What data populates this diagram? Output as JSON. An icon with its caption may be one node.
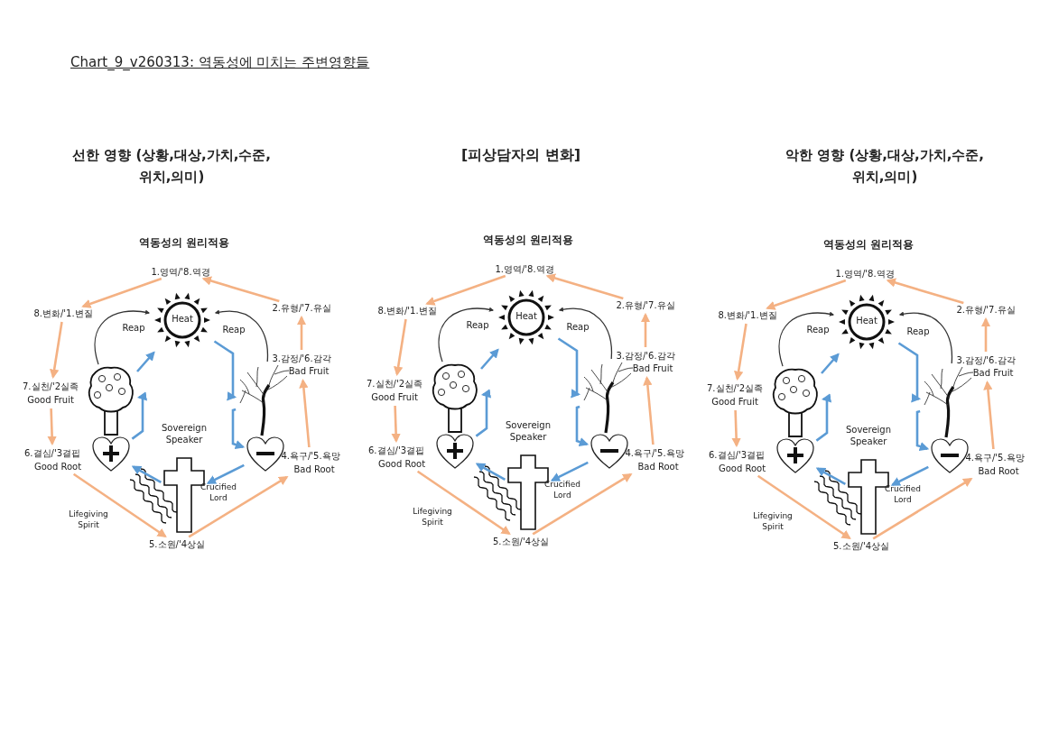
{
  "diagram": {
    "title": "Chart_9_v260313: 역동성에 미치는 주변영향들",
    "nodes": [
      {
        "text": [
          "1.영역/'8.역경"
        ]
      },
      {
        "text": [
          "8.변화/'1.변질"
        ]
      },
      {
        "text": [
          "7.실천/'2실족"
        ],
        "beside": [
          "Good Fruit"
        ]
      },
      {
        "text": [
          "6.결심/'3결핍"
        ],
        "beside": [
          "Good Root"
        ]
      },
      {
        "text": [
          "5.소원/'4상실"
        ]
      },
      {
        "text": [
          "4.욕구/'5.욕망"
        ],
        "beside": [
          "Bad Root"
        ]
      },
      {
        "text": [
          "3.감정/'6.감각"
        ],
        "beside": [
          "Bad Fruit"
        ]
      },
      {
        "text": [
          "2.유형/'7.유실"
        ]
      },
      {
        "text": [
          "Heat"
        ]
      },
      {
        "text": [],
        "shape": "picture"
      },
      {
        "text": [],
        "shape": "picture"
      },
      {
        "text": [],
        "shape": "picture",
        "beside": [
          "Crucified Lord"
        ]
      },
      {
        "text": [],
        "shape": "picture"
      },
      {
        "text": [],
        "shape": "picture"
      },
      {
        "text": [
          "1.영역/'8.역경"
        ]
      },
      {
        "text": [
          "8.변화/'1.변질"
        ]
      },
      {
        "text": [
          "7.실천/'2실족"
        ],
        "beside": [
          "Good Fruit"
        ]
      },
      {
        "text": [
          "6.결심/'3결핍"
        ],
        "beside": [
          "Good Root"
        ]
      },
      {
        "text": [
          "5.소원/'4상실"
        ]
      },
      {
        "text": [
          "4.욕구/'5.욕망"
        ],
        "beside": [
          "Bad Root"
        ]
      },
      {
        "text": [
          "3.감정/'6.감각"
        ],
        "beside": [
          "Bad Fruit"
        ]
      },
      {
        "text": [
          "2.유형/'7.유실"
        ]
      },
      {
        "text": [
          "Heat"
        ]
      },
      {
        "text": [],
        "shape": "picture"
      },
      {
        "text": [],
        "shape": "picture"
      },
      {
        "text": [],
        "shape": "picture",
        "beside": [
          "Crucified Lord"
        ]
      },
      {
        "text": [],
        "shape": "picture"
      },
      {
        "text": [],
        "shape": "picture"
      },
      {
        "text": [
          "1.영역/'8.역경"
        ]
      },
      {
        "text": [
          "8.변화/'1.변질"
        ]
      },
      {
        "text": [
          "7.실천/'2실족"
        ],
        "beside": [
          "Good Fruit"
        ]
      },
      {
        "text": [
          "6.결심/'3결핍"
        ],
        "beside": [
          "Good Root"
        ]
      },
      {
        "text": [
          "5.소원/'4상실"
        ]
      },
      {
        "text": [
          "4.욕구/'5.욕망"
        ],
        "beside": [
          "Bad Root"
        ]
      },
      {
        "text": [
          "3.감정/'6.감각"
        ],
        "beside": [
          "Bad Fruit"
        ]
      },
      {
        "text": [
          "2.유형/'7.유실"
        ]
      },
      {
        "text": [
          "Heat"
        ]
      },
      {
        "text": [],
        "shape": "picture"
      },
      {
        "text": [],
        "shape": "picture"
      },
      {
        "text": [],
        "shape": "picture",
        "beside": [
          "Crucified Lord"
        ]
      },
      {
        "text": [],
        "shape": "picture"
      },
      {
        "text": [],
        "shape": "picture"
      }
    ],
    "edges": [
      {
        "from": 0,
        "to": 1,
        "arrow": "to"
      },
      {
        "from": 1,
        "to": 2,
        "arrow": "to"
      },
      {
        "from": 2,
        "to": 3,
        "arrow": "to"
      },
      {
        "from": 3,
        "to": 4,
        "arrow": "to"
      },
      {
        "from": 4,
        "to": 5,
        "arrow": "to"
      },
      {
        "from": 5,
        "to": 6,
        "arrow": "to"
      },
      {
        "from": 6,
        "to": 7,
        "arrow": "to"
      },
      {
        "from": 7,
        "to": 0,
        "arrow": "to"
      },
      {
        "from": 11,
        "to": 10,
        "arrow": "to",
        "color": "#5b9bd5"
      },
      {
        "from": 10,
        "to": 9,
        "arrow": "to",
        "color": "#5b9bd5"
      },
      {
        "from": 9,
        "to": 8,
        "arrow": "to",
        "color": "#5b9bd5"
      },
      {
        "from": 8,
        "to": 13,
        "arrow": "to",
        "color": "#5b9bd5"
      },
      {
        "from": 13,
        "to": 12,
        "arrow": "to",
        "color": "#5b9bd5"
      },
      {
        "from": 12,
        "to": 11,
        "arrow": "to",
        "color": "#5b9bd5"
      },
      {
        "from": 9,
        "to": 8,
        "arrow": "to",
        "label": "Reap",
        "color": "#333333"
      },
      {
        "from": 13,
        "to": 8,
        "arrow": "to",
        "label": "Reap",
        "color": "#333333"
      },
      {
        "from": 14,
        "to": 15,
        "arrow": "to"
      },
      {
        "from": 15,
        "to": 16,
        "arrow": "to"
      },
      {
        "from": 16,
        "to": 17,
        "arrow": "to"
      },
      {
        "from": 17,
        "to": 18,
        "arrow": "to"
      },
      {
        "from": 18,
        "to": 19,
        "arrow": "to"
      },
      {
        "from": 19,
        "to": 20,
        "arrow": "to"
      },
      {
        "from": 20,
        "to": 21,
        "arrow": "to"
      },
      {
        "from": 21,
        "to": 14,
        "arrow": "to"
      },
      {
        "from": 25,
        "to": 24,
        "arrow": "to",
        "color": "#5b9bd5"
      },
      {
        "from": 24,
        "to": 23,
        "arrow": "to",
        "color": "#5b9bd5"
      },
      {
        "from": 23,
        "to": 22,
        "arrow": "to",
        "color": "#5b9bd5"
      },
      {
        "from": 22,
        "to": 27,
        "arrow": "to",
        "color": "#5b9bd5"
      },
      {
        "from": 27,
        "to": 26,
        "arrow": "to",
        "color": "#5b9bd5"
      },
      {
        "from": 26,
        "to": 25,
        "arrow": "to",
        "color": "#5b9bd5"
      },
      {
        "from": 23,
        "to": 22,
        "arrow": "to",
        "label": "Reap",
        "color": "#333333"
      },
      {
        "from": 27,
        "to": 22,
        "arrow": "to",
        "label": "Reap",
        "color": "#333333"
      },
      {
        "from": 28,
        "to": 29,
        "arrow": "to"
      },
      {
        "from": 29,
        "to": 30,
        "arrow": "to"
      },
      {
        "from": 30,
        "to": 31,
        "arrow": "to"
      },
      {
        "from": 31,
        "to": 32,
        "arrow": "to"
      },
      {
        "from": 32,
        "to": 33,
        "arrow": "to"
      },
      {
        "from": 33,
        "to": 34,
        "arrow": "to"
      },
      {
        "from": 34,
        "to": 35,
        "arrow": "to"
      },
      {
        "from": 35,
        "to": 28,
        "arrow": "to"
      },
      {
        "from": 39,
        "to": 38,
        "arrow": "to",
        "color": "#5b9bd5"
      },
      {
        "from": 38,
        "to": 37,
        "arrow": "to",
        "color": "#5b9bd5"
      },
      {
        "from": 37,
        "to": 36,
        "arrow": "to",
        "color": "#5b9bd5"
      },
      {
        "from": 36,
        "to": 41,
        "arrow": "to",
        "color": "#5b9bd5"
      },
      {
        "from": 41,
        "to": 40,
        "arrow": "to",
        "color": "#5b9bd5"
      },
      {
        "from": 40,
        "to": 39,
        "arrow": "to",
        "color": "#5b9bd5"
      },
      {
        "from": 37,
        "to": 36,
        "arrow": "to",
        "label": "Reap",
        "color": "#333333"
      },
      {
        "from": 41,
        "to": 36,
        "arrow": "to",
        "label": "Reap",
        "color": "#333333"
      }
    ],
    "labels": [
      "선한 영향 (상황,대상,가치,수준,위치,의미)",
      "[피상담자의 변화]",
      "악한 영향 (상황,대상,가치,수준,위치,의미)",
      "역동성의 원리적용",
      "Sovereign Speaker",
      "Lifegiving Spirit",
      "역동성의 원리적용",
      "Sovereign Speaker",
      "Lifegiving Spirit",
      "역동성의 원리적용",
      "Sovereign Speaker",
      "Lifegiving Spirit"
    ]
  }
}
